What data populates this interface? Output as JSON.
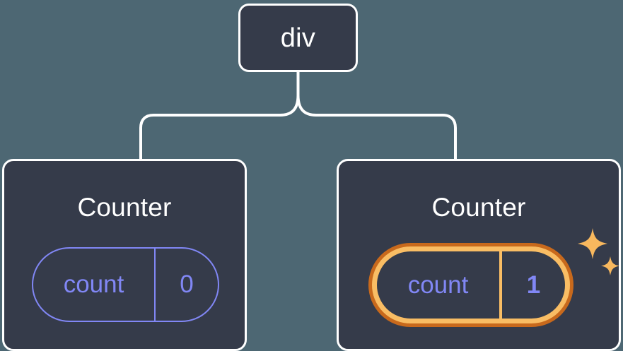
{
  "diagram": {
    "type": "component-tree",
    "background_color": "#4d6773",
    "node_fill_color": "#353b4a",
    "node_border_color": "#ffffff",
    "connector_color": "#ffffff",
    "accent_color": "#8187f5",
    "highlight_outer_color": "#c8691c",
    "highlight_inner_color": "#f9bd64",
    "sparkle_color": "#f8b85e"
  },
  "root": {
    "label": "div"
  },
  "children": [
    {
      "title": "Counter",
      "state": {
        "key": "count",
        "value": "0"
      },
      "highlighted": false
    },
    {
      "title": "Counter",
      "state": {
        "key": "count",
        "value": "1"
      },
      "highlighted": true,
      "sparkle_count": 2
    }
  ]
}
